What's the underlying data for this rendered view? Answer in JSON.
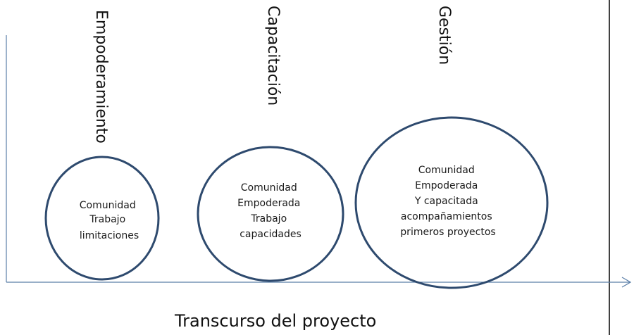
{
  "axis": {
    "label": "Transcurso del proyecto"
  },
  "stages": [
    {
      "label": "Empoderamiento",
      "lines": [
        "Comunidad",
        "Trabajo",
        "limitaciones"
      ]
    },
    {
      "label": "Capacitación",
      "lines": [
        "Comunidad",
        "Empoderada",
        "Trabajo",
        "capacidades"
      ]
    },
    {
      "label": "Gestión",
      "lines": [
        "Comunidad",
        "Empoderada",
        "Y capacitada",
        "acompañamientos",
        "primeros proyectos"
      ]
    }
  ],
  "colors": {
    "circle_stroke": "#2e4a6e",
    "axis": "#5b7fa8",
    "divider": "#000000"
  }
}
